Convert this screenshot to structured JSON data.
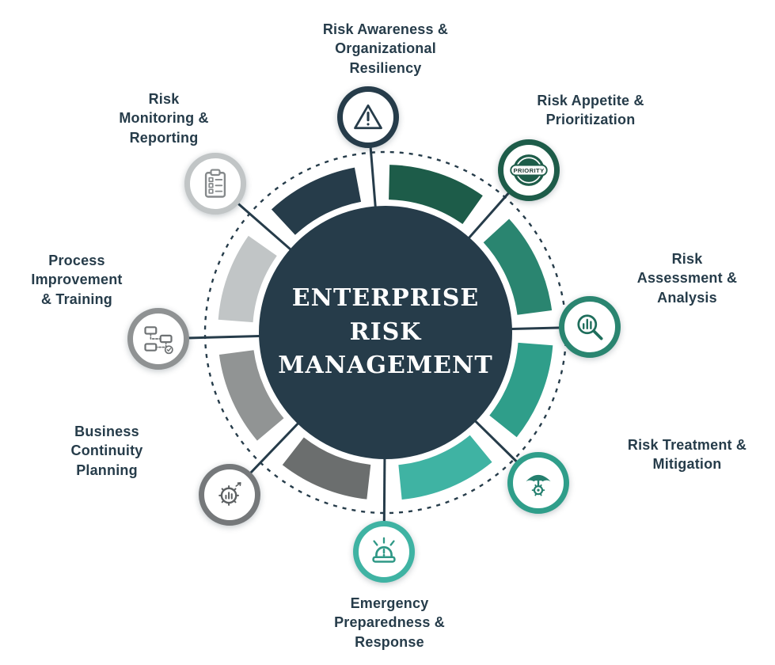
{
  "theme": {
    "background": "#ffffff",
    "line_color": "#263c4a",
    "label_color": "#263c4a"
  },
  "center": {
    "title": "ENTERPRISE\nRISK\nMANAGEMENT",
    "color": "#263c4a"
  },
  "ring": {
    "segments": [
      {
        "name": "segment-appetite",
        "color": "#1d5c49"
      },
      {
        "name": "segment-assessment",
        "color": "#2a8570"
      },
      {
        "name": "segment-treatment",
        "color": "#2f9e8a"
      },
      {
        "name": "segment-emergency",
        "color": "#3fb3a3"
      },
      {
        "name": "segment-continuity",
        "color": "#6b6e6e"
      },
      {
        "name": "segment-process",
        "color": "#919494"
      },
      {
        "name": "segment-monitoring",
        "color": "#c1c5c6"
      },
      {
        "name": "segment-awareness",
        "color": "#263c4a"
      }
    ]
  },
  "nodes": [
    {
      "label": "Risk Awareness &\nOrganizational\nResiliency",
      "icon": "warning-triangle",
      "color": "#263c4a",
      "icon_color": "#263c4a"
    },
    {
      "label": "Risk Appetite &\nPrioritization",
      "icon": "priority-badge",
      "badge_text": "PRIORITY",
      "color": "#1d5c49",
      "icon_color": "#1d5c49"
    },
    {
      "label": "Risk\nAssessment &\nAnalysis",
      "icon": "magnifier-chart",
      "color": "#2a8570",
      "icon_color": "#1f6e5c"
    },
    {
      "label": "Risk Treatment &\nMitigation",
      "icon": "umbrella-gear",
      "color": "#2f9e8a",
      "icon_color": "#25806f"
    },
    {
      "label": "Emergency\nPreparedness &\nResponse",
      "icon": "siren",
      "color": "#3fb3a3",
      "icon_color": "#2f9886"
    },
    {
      "label": "Business\nContinuity\nPlanning",
      "icon": "gear-chart",
      "color": "#75787a",
      "icon_color": "#5d6163"
    },
    {
      "label": "Process\nImprovement\n& Training",
      "icon": "flowchart",
      "color": "#8f9293",
      "icon_color": "#6e7274"
    },
    {
      "label": "Risk\nMonitoring &\nReporting",
      "icon": "clipboard-checklist",
      "color": "#c1c5c6",
      "icon_color": "#85898b"
    }
  ]
}
